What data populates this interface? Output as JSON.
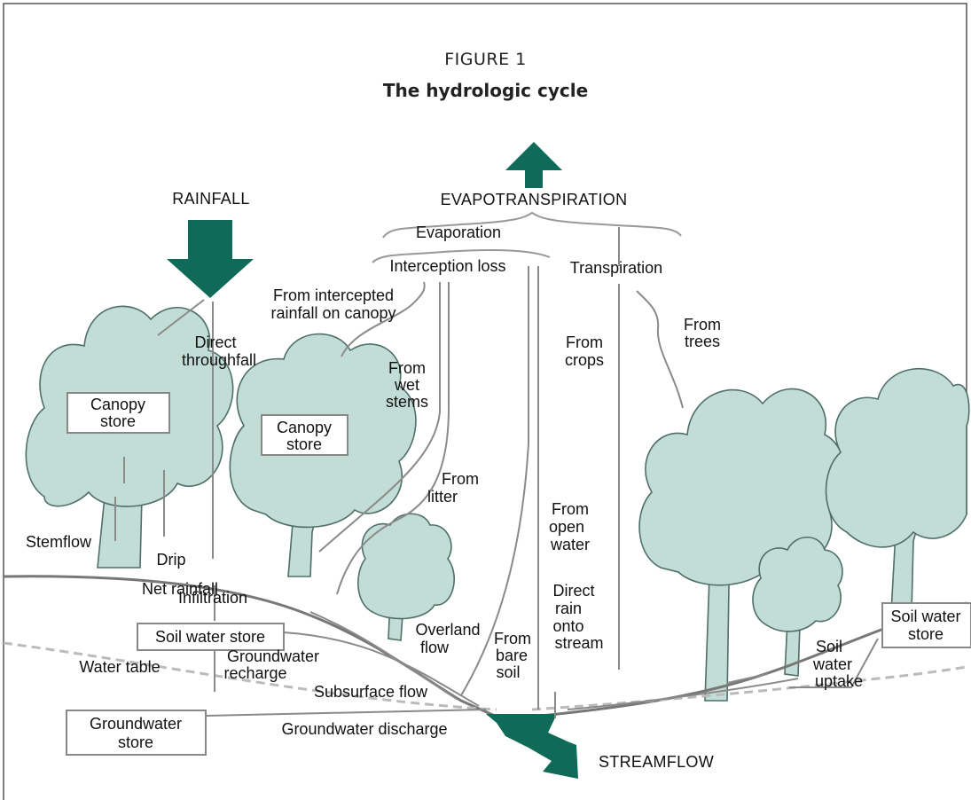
{
  "figure": {
    "number": "FIGURE 1",
    "title": "The hydrologic cycle"
  },
  "colors": {
    "arrow": "#0f6b57",
    "tree_fill": "#c2dcd6",
    "line": "#8a8a8a",
    "frame": "#555555"
  },
  "labels": {
    "rainfall": "RAINFALL",
    "evapotranspiration": "EVAPOTRANSPIRATION",
    "evaporation": "Evaporation",
    "interception_loss": "Interception loss",
    "transpiration": "Transpiration",
    "from_intercepted_1": "From intercepted",
    "from_intercepted_2": "rainfall on canopy",
    "direct_throughfall_1": "Direct",
    "direct_throughfall_2": "throughfall",
    "canopy_store_left_1": "Canopy",
    "canopy_store_left_2": "store",
    "canopy_store_mid_1": "Canopy",
    "canopy_store_mid_2": "store",
    "from_wet_stems_1": "From",
    "from_wet_stems_2": "wet",
    "from_wet_stems_3": "stems",
    "from_litter_1": "From",
    "from_litter_2": "litter",
    "from_crops_1": "From",
    "from_crops_2": "crops",
    "from_trees_1": "From",
    "from_trees_2": "trees",
    "from_open_water_1": "From",
    "from_open_water_2": "open",
    "from_open_water_3": "water",
    "stemflow": "Stemflow",
    "drip": "Drip",
    "net_rainfall": "Net rainfall",
    "infiltration": "Infiltration",
    "soil_water_store": "Soil water store",
    "water_table": "Water table",
    "groundwater_recharge_1": "Groundwater",
    "groundwater_recharge_2": "recharge",
    "subsurface_flow": "Subsurface flow",
    "groundwater_store_1": "Groundwater",
    "groundwater_store_2": "store",
    "groundwater_discharge": "Groundwater discharge",
    "overland_flow_1": "Overland",
    "overland_flow_2": "flow",
    "from_bare_soil_1": "From",
    "from_bare_soil_2": "bare",
    "from_bare_soil_3": "soil",
    "direct_rain_1": "Direct",
    "direct_rain_2": "rain",
    "direct_rain_3": "onto",
    "direct_rain_4": "stream",
    "soil_water_store_right_1": "Soil water",
    "soil_water_store_right_2": "store",
    "soil_water_uptake_1": "Soil",
    "soil_water_uptake_2": "water",
    "soil_water_uptake_3": "uptake",
    "streamflow": "STREAMFLOW"
  }
}
